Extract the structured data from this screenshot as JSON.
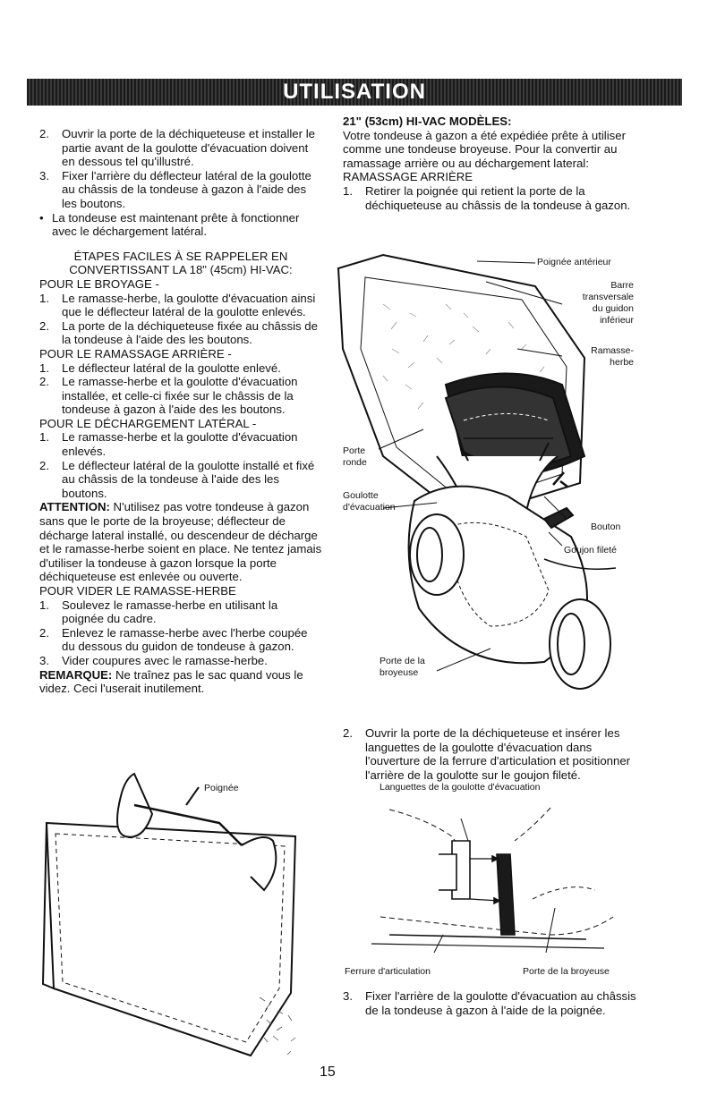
{
  "header": {
    "title": "UTILISATION"
  },
  "left": {
    "intro_items": [
      {
        "num": "2.",
        "text": "Ouvrir la porte de la déchiqueteuse et installer le partie avant de la goulotte d'évacuation doivent en dessous tel qu'illustré."
      },
      {
        "num": "3.",
        "text": "Fixer l'arrière du déflecteur latéral de la goulotte au châssis de la tondeuse à gazon à l'aide des les boutons."
      },
      {
        "num": "•",
        "text": "La tondeuse est maintenant prête à fonctionner avec le déchargement latéral."
      }
    ],
    "steps_title_1": "ÉTAPES FACILES À SE RAPPELER EN",
    "steps_title_2": "CONVERTISSANT LA 18\" (45cm) HI-VAC:",
    "broyage_heading": "POUR LE BROYAGE -",
    "broyage_items": [
      {
        "num": "1.",
        "text": "Le ramasse-herbe, la goulotte d'évacuation ainsi que le déflecteur latéral de la goulotte enlevés."
      },
      {
        "num": "2.",
        "text": "La porte de la déchiqueteuse fixée au châssis de la tondeuse à l'aide des les boutons."
      }
    ],
    "ramassage_heading": "POUR LE RAMASSAGE ARRIÈRE -",
    "ramassage_items": [
      {
        "num": "1.",
        "text": "Le déflecteur latéral de la goulotte enlevé."
      },
      {
        "num": "2.",
        "text": "Le ramasse-herbe et la goulotte d'évacuation installée, et celle-ci fixée sur le châssis de la tondeuse à gazon à l'aide des les boutons."
      }
    ],
    "decharge_heading": "POUR LE DÉCHARGEMENT LATÉRAL -",
    "decharge_items": [
      {
        "num": "1.",
        "text": "Le ramasse-herbe et la goulotte d'évacuation enlevés."
      },
      {
        "num": "2.",
        "text": "Le déflecteur latéral de la goulotte installé et fixé au châssis de la tondeuse à l'aide des les boutons."
      }
    ],
    "attention_label": "ATTENTION:",
    "attention_text": " N'utilisez pas votre tondeuse à gazon sans que le porte de la broyeuse; déflecteur de décharge lateral installé, ou descendeur de décharge et le ramasse-herbe soient en place. Ne tentez jamais d'utiliser la tondeuse à gazon lorsque la porte déchiqueteuse est enlevée ou ouverte.",
    "vider_heading": "POUR VIDER LE RAMASSE-HERBE",
    "vider_items": [
      {
        "num": "1.",
        "text": "Soulevez le ramasse-herbe en utilisant la poignée du cadre."
      },
      {
        "num": "2.",
        "text": "Enlevez le ramasse-herbe avec l'herbe coupée du dessous du guidon de tondeuse à gazon."
      },
      {
        "num": "3.",
        "text": "Vider coupures avec le ramasse-herbe."
      }
    ],
    "remarque_label": "REMARQUE:",
    "remarque_text": " Ne traînez pas le sac quand vous le videz. Ceci l'userait inutilement.",
    "fig_label_poignee": "Poignée"
  },
  "right": {
    "heading": "21\" (53cm) HI-VAC MODÈLES:",
    "intro": "Votre tondeuse à gazon a été expédiée prête à utiliser comme une tondeuse broyeuse. Pour la convertir au ramassage arrière ou au déchargement lateral:",
    "ramassage_heading": "RAMASSAGE ARRIÈRE",
    "item1": {
      "num": "1.",
      "text": "Retirer la poignée qui retient la porte de la déchiqueteuse au châssis de la tondeuse à gazon."
    },
    "fig1_labels": {
      "poignee_anterieur": "Poignée antérieur",
      "barre": "Barre",
      "transversale": "transversale",
      "du_guidon": "du guidon",
      "inferieur": "inférieur",
      "ramasse": "Ramasse-",
      "herbe": "herbe",
      "porte": "Porte",
      "ronde": "ronde",
      "goulotte": "Goulotte",
      "devacuation": "d'évacuation",
      "bouton": "Bouton",
      "goujon": "Goujon fileté",
      "porte_de_la": "Porte de la",
      "broyeuse": "broyeuse"
    },
    "item2": {
      "num": "2.",
      "text": "Ouvrir la porte de la déchiqueteuse et insérer les languettes de la goulotte d'évacuation dans l'ouverture de la ferrure d'articulation et positionner l'arrière de la goulotte sur le goujon fileté."
    },
    "fig2_labels": {
      "languettes": "Languettes de la goulotte d'évacuation",
      "ferrure": "Ferrure d'articulation",
      "porte_broyeuse": "Porte de la broyeuse"
    },
    "item3": {
      "num": "3.",
      "text": "Fixer l'arrière de la goulotte d'évacuation au châssis de la tondeuse à gazon à l'aide de la poignée."
    }
  },
  "footer": {
    "page_number": "15"
  }
}
